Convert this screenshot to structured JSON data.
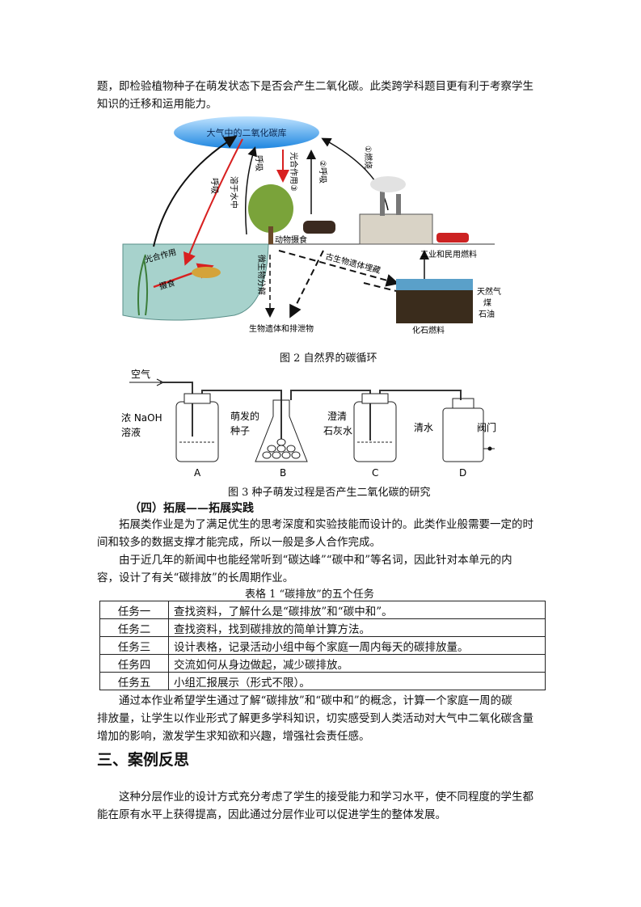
{
  "intro": {
    "line1": "题，即检验植物种子在萌发状态下是否会产生二氧化碳。此类跨学科题目更有利于考察学生",
    "line2": "知识的迁移和运用能力。"
  },
  "figure2": {
    "labels": {
      "atmosphere": "大气中的二氧化碳库",
      "respiration_left": "呼吸",
      "dissolve": "溶于水中",
      "respiration_mid": "呼吸",
      "photosynthesis3": "光合作用③",
      "respiration2": "②呼吸",
      "combustion": "①燃烧",
      "photosynthesis_water": "光合作用",
      "ingestion_water": "摄食",
      "animal_ingestion": "动物摄食",
      "decomposition": "微生物分解",
      "fossil_burial": "古生物遗体埋藏",
      "fuel_use": "工业和民用燃料",
      "natural_gas": "天然气",
      "coal": "煤",
      "petroleum": "石油",
      "remains": "生物遗体和排泄物",
      "fossil_fuel": "化石燃料"
    },
    "caption": "图 2  自然界的碳循环"
  },
  "figure3": {
    "labels": {
      "air": "空气",
      "naoh": "浓 NaOH",
      "solution": "溶液",
      "germinating": "萌发的",
      "seeds": "种子",
      "clear": "澄清",
      "limewater": "石灰水",
      "water": "清水",
      "valve": "阀门",
      "a": "A",
      "b": "B",
      "c": "C",
      "d": "D"
    },
    "caption": "图 3  种子萌发过程是否产生二氧化碳的研究"
  },
  "section4": {
    "heading": "（四）拓展——拓展实践",
    "para1_line1": "拓展类作业是为了满足优生的思考深度和实验技能而设计的。此类作业般需要一定的时",
    "para1_line2": "间和较多的数据支撑才能完成，所以一般是多人合作完成。",
    "para2_line1": "由于近几年的新闻中也能经常听到“碳达峰”“碳中和”等名词，因此针对本单元的内",
    "para2_line2": "容，设计了有关“碳排放”的长周期作业。"
  },
  "table": {
    "caption": "表格 1  “碳排放”的五个任务",
    "rows": [
      {
        "task": "任务一",
        "content": "查找资料，了解什么是“碳排放”和“碳中和”。"
      },
      {
        "task": "任务二",
        "content": "查找资料，找到碳排放的简单计算方法。"
      },
      {
        "task": "任务三",
        "content": "设计表格，记录活动小组中每个家庭一周内每天的碳排放量。"
      },
      {
        "task": "任务四",
        "content": "交流如何从身边做起，减少碳排放。"
      },
      {
        "task": "任务五",
        "content": "小组汇报展示（形式不限）。"
      }
    ]
  },
  "para3": {
    "line1": "通过本作业希望学生通过了解“碳排放”和“碳中和”的概念，计算一个家庭一周的碳",
    "line2": "排放量，让学生以作业形式了解更多学科知识，切实感受到人类活动对大气中二氧化碳含量",
    "line3": "增加的影响，激发学生求知欲和兴趣，增强社会责任感。"
  },
  "section3": {
    "heading": "三、案例反思",
    "line1": "这种分层作业的设计方式充分考虑了学生的接受能力和学习水平，使不同程度的学生都",
    "line2": "能在原有水平上获得提高，因此通过分层作业可以促进学生的整体发展。"
  },
  "colors": {
    "arrow_red": "#d82020",
    "sky_blue": "#2f8fe0",
    "water": "#a7d2cc"
  }
}
